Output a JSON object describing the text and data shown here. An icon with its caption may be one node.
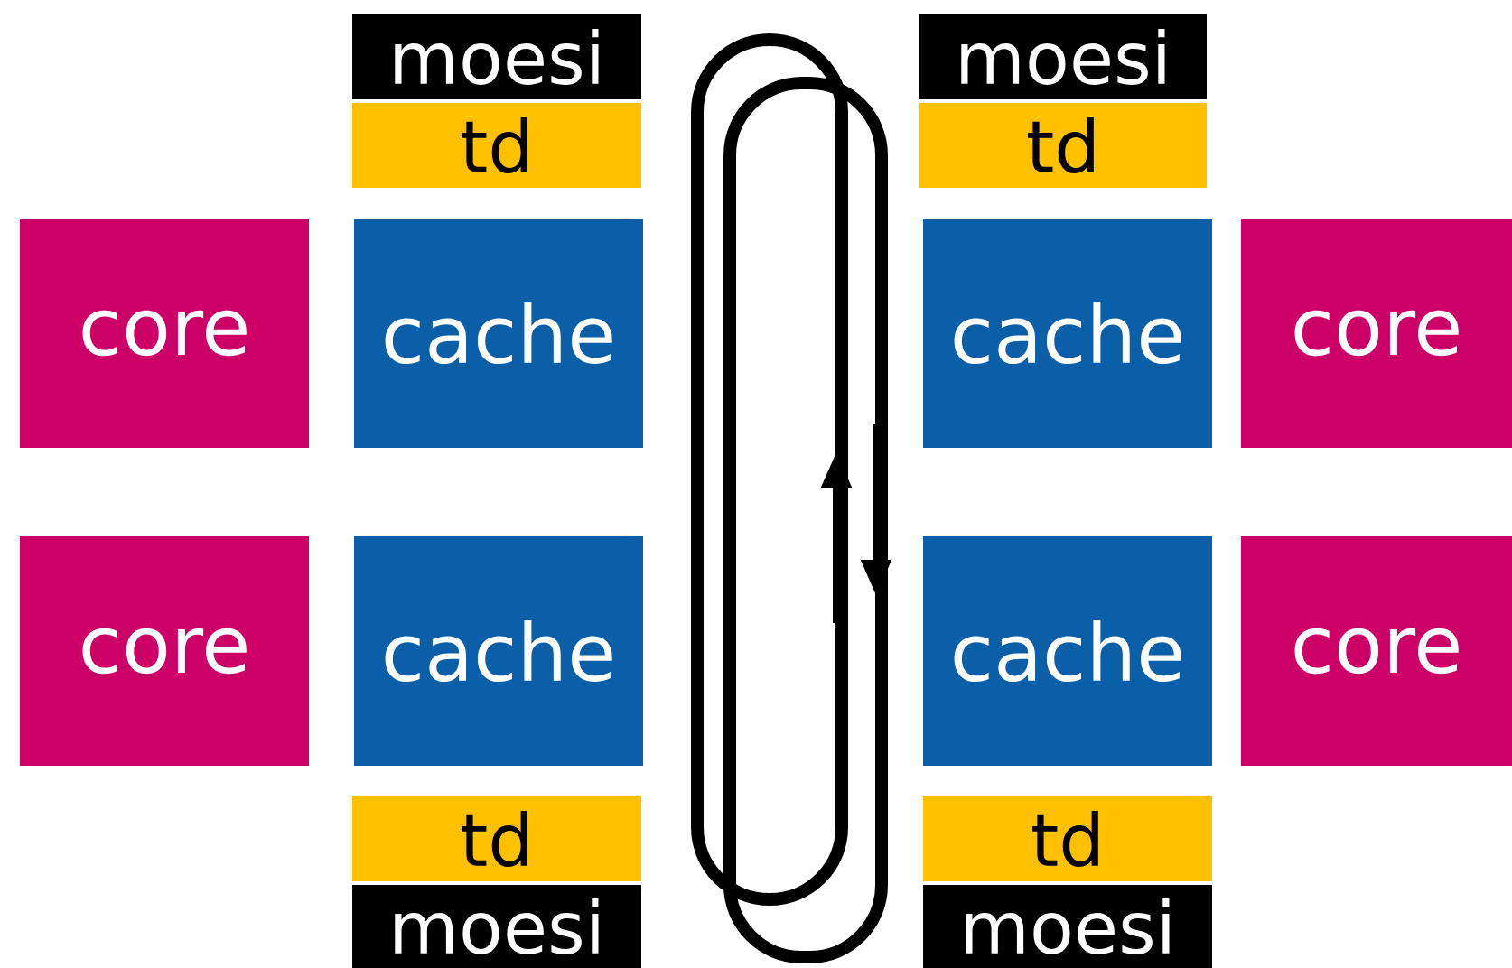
{
  "diagram": {
    "nodes": [
      {
        "text": [
          "moesi"
        ]
      },
      {
        "text": [
          "moesi"
        ]
      },
      {
        "text": [
          "td"
        ]
      },
      {
        "text": [
          "td"
        ]
      },
      {
        "text": [
          "core"
        ]
      },
      {
        "text": [
          "cache"
        ]
      },
      {
        "text": [
          "cache"
        ]
      },
      {
        "text": [
          "core"
        ]
      },
      {
        "text": [
          "core"
        ]
      },
      {
        "text": [
          "cache"
        ]
      },
      {
        "text": [
          "cache"
        ]
      },
      {
        "text": [
          "core"
        ]
      },
      {
        "text": [
          "td"
        ]
      },
      {
        "text": [
          "td"
        ]
      },
      {
        "text": [
          "moesi"
        ]
      },
      {
        "text": [
          "moesi"
        ]
      }
    ]
  }
}
